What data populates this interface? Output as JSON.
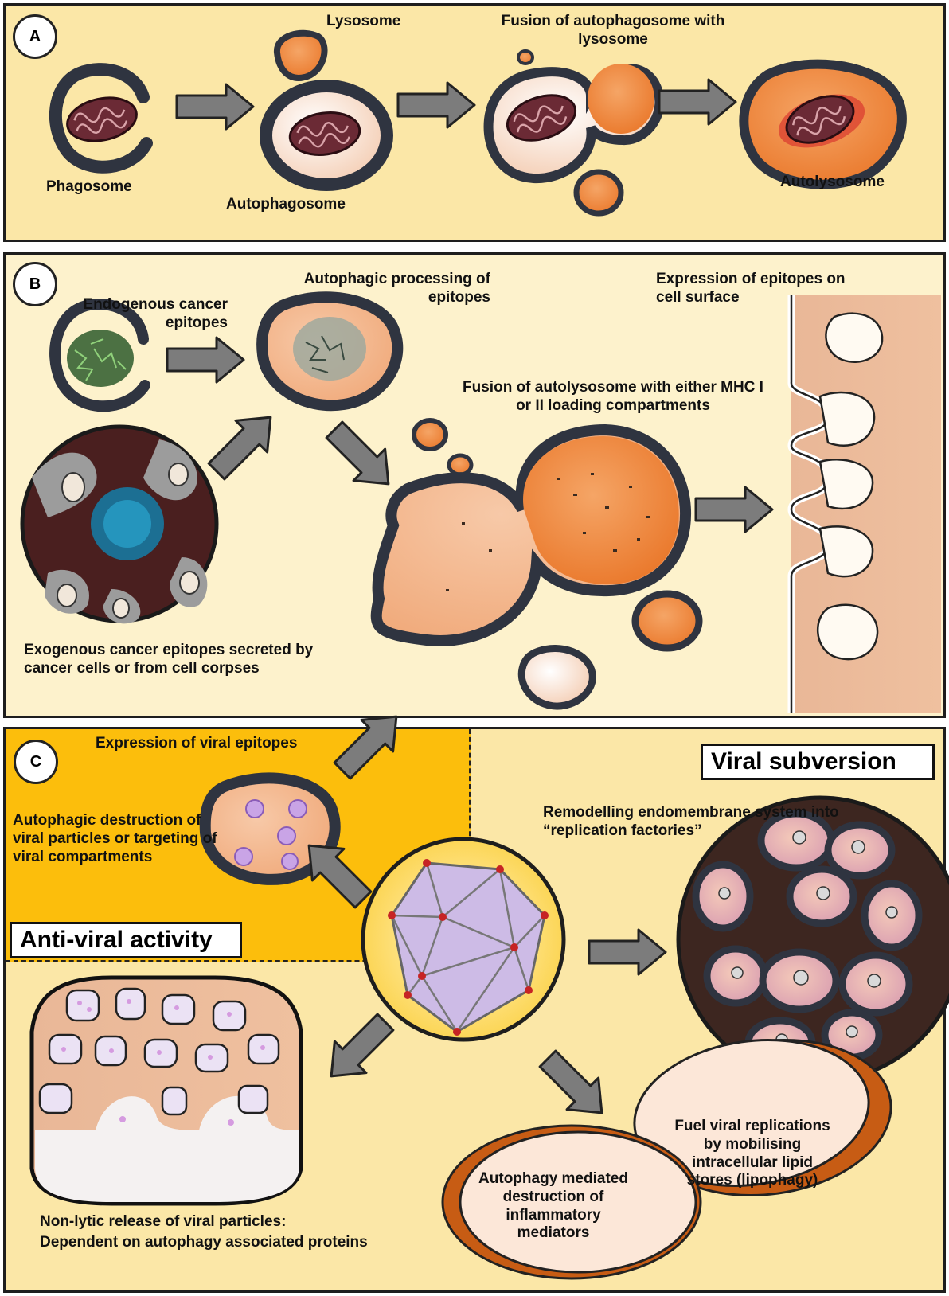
{
  "panels": {
    "a": {
      "letter": "A",
      "labels": {
        "phagosome": "Phagosome",
        "lysosome": "Lysosome",
        "autophagosome": "Autophagosome",
        "fusion": "Fusion of autophagosome with lysosome",
        "autolysosome": "Autolysosome"
      }
    },
    "b": {
      "letter": "B",
      "labels": {
        "endogenous": "Endogenous cancer epitopes",
        "processing": "Autophagic processing of epitopes",
        "expression": "Expression of epitopes on cell surface",
        "fusion": "Fusion of autolysosome with either MHC I or II loading compartments",
        "exogenous": "Exogenous cancer epitopes secreted by cancer cells or from cell corpses"
      }
    },
    "c": {
      "letter": "C",
      "labels": {
        "viral_epitopes": "Expression of viral epitopes",
        "viral_subversion": "Viral subversion",
        "autophagic_destruction": "Autophagic destruction of viral particles or targeting of viral compartments",
        "remodelling": "Remodelling endomembrane system into “replication factories”",
        "anti_viral": "Anti-viral activity",
        "fuel": "Fuel viral replications by mobilising intracellular lipid stores (lipophagy)",
        "mediated": "Autophagy mediated destruction of inflammatory mediators",
        "nonlytic_line1": "Non-lytic release of viral particles:",
        "nonlytic_line2": "Dependent on autophagy associated proteins"
      }
    }
  },
  "colors": {
    "panel_a_bg": "#fbe7a7",
    "panel_b_bg": "#fdf2cc",
    "panel_c_bg": "#fbe7a7",
    "antiviral_bg": "#fcbe0c",
    "membrane": "#2f3440",
    "lysosome_orange": "#ea7a2c",
    "arrow_gray": "#7a7a7a"
  }
}
